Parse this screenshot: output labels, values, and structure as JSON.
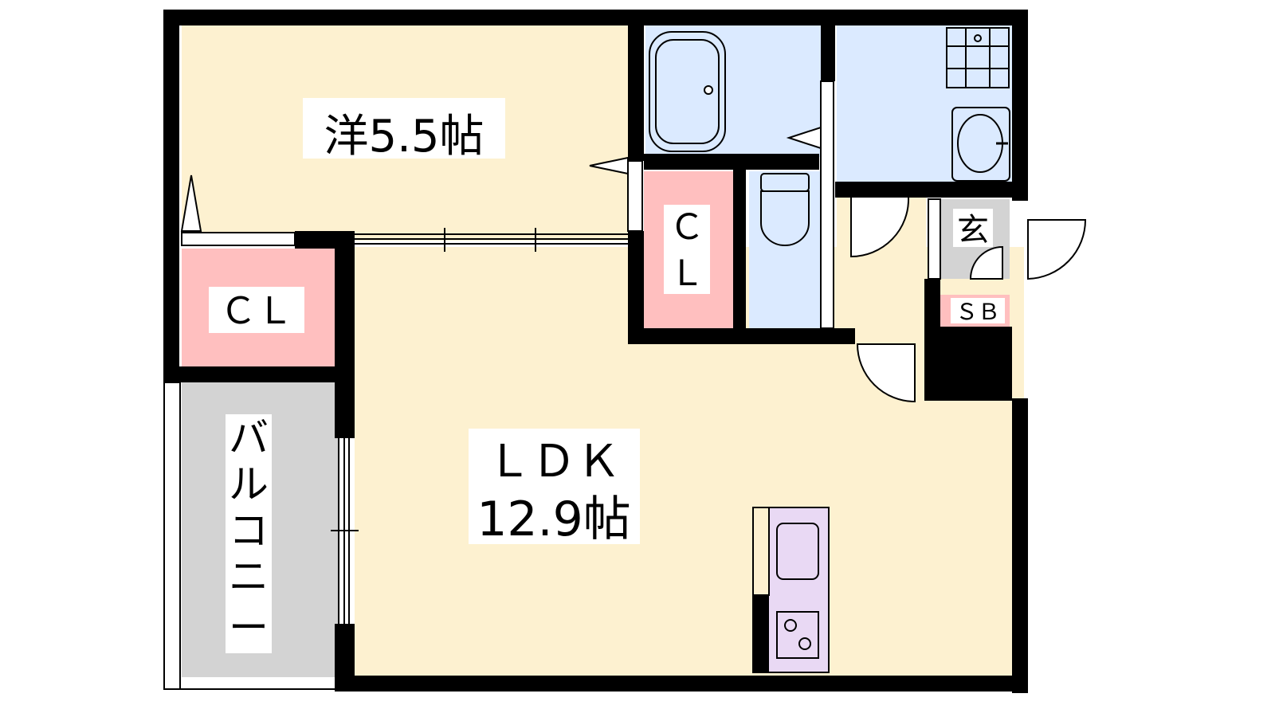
{
  "floorplan": {
    "rooms": {
      "western_room": "洋5.5帖",
      "closet_bedroom": "ＣＬ",
      "closet_small_1": "Ｃ",
      "closet_small_2": "Ｌ",
      "ldk_name": "ＬＤＫ",
      "ldk_size": "12.9帖",
      "balcony": [
        "バ",
        "ル",
        "コ",
        "ニ",
        "ー"
      ],
      "entrance": "玄",
      "shoe_box": "ＳＢ"
    },
    "colors": {
      "wall": "#000000",
      "room_floor": "#fdf1d0",
      "closet": "#ffbfbf",
      "wet_area": "#dbeaff",
      "balcony": "#d3d3d3",
      "kitchen": "#e9d9f4",
      "label_bg": "#ffffff"
    }
  }
}
